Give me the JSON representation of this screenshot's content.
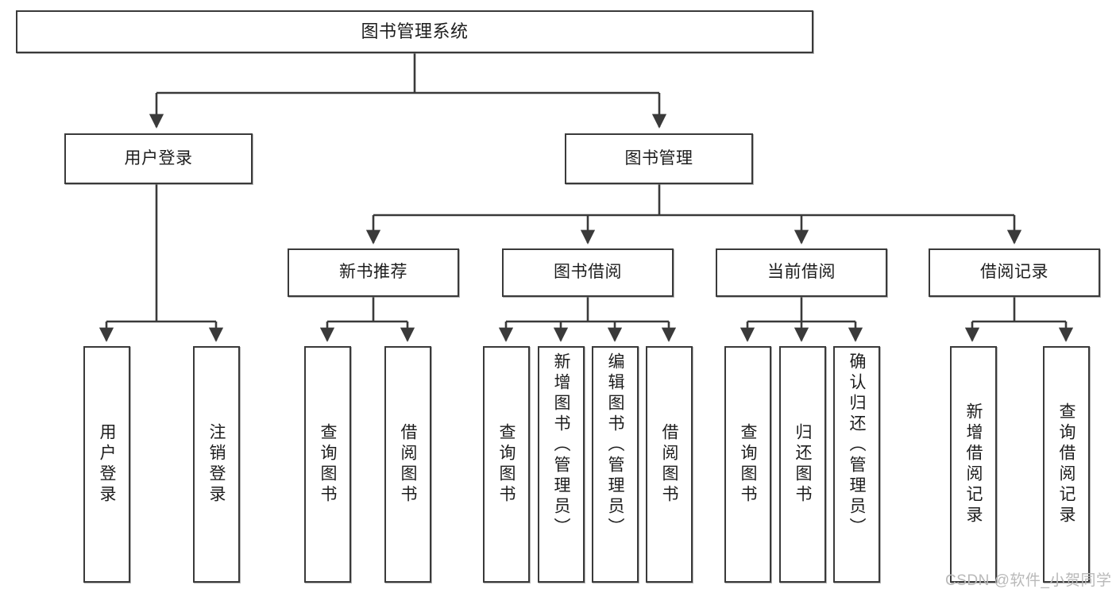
{
  "diagram": {
    "type": "tree",
    "title": "图书管理系统",
    "root": {
      "label": "图书管理系统"
    },
    "level2": [
      {
        "label": "用户登录"
      },
      {
        "label": "图书管理"
      }
    ],
    "level3": [
      {
        "label": "新书推荐"
      },
      {
        "label": "图书借阅"
      },
      {
        "label": "当前借阅"
      },
      {
        "label": "借阅记录"
      }
    ],
    "leaves_user_login": [
      {
        "label": "用户登录"
      },
      {
        "label": "注销登录"
      }
    ],
    "leaves_new_book": [
      {
        "label": "查询图书"
      },
      {
        "label": "借阅图书"
      }
    ],
    "leaves_borrow": [
      {
        "label": "查询图书"
      },
      {
        "label": "新增图书（管理员）"
      },
      {
        "label": "编辑图书（管理员）"
      },
      {
        "label": "借阅图书"
      }
    ],
    "leaves_current": [
      {
        "label": "查询图书"
      },
      {
        "label": "归还图书"
      },
      {
        "label": "确认归还（管理员）"
      }
    ],
    "leaves_record": [
      {
        "label": "新增借阅记录"
      },
      {
        "label": "查询借阅记录"
      }
    ]
  },
  "watermark": {
    "text": "CSDN @软件_小贺同学"
  },
  "colors": {
    "stroke": "#3a3a3a",
    "fill": "#ffffff",
    "text": "#1d1d1d",
    "watermark": "#b9b9b9"
  }
}
